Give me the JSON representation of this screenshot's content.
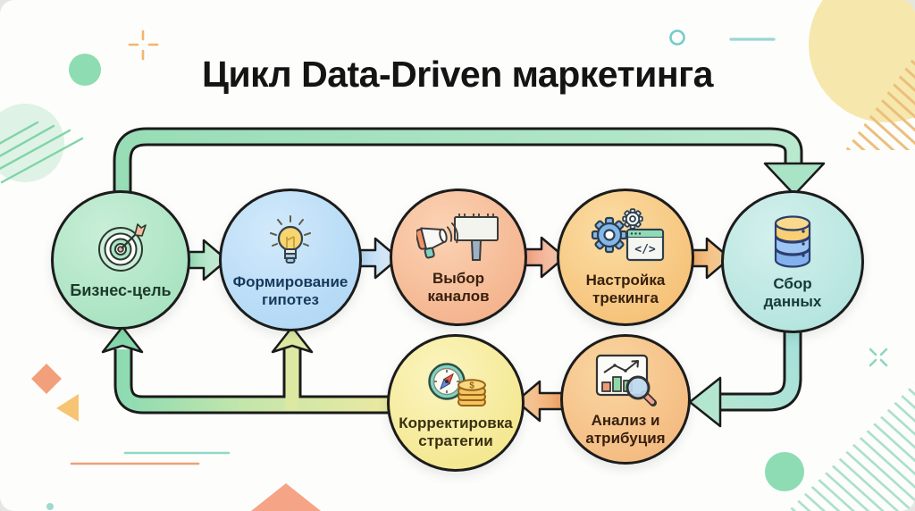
{
  "title": "Цикл Data-Driven маркетинга",
  "diagram": {
    "nodes": [
      {
        "id": "business-goal",
        "label": "Бизнес-цель",
        "icon": "target-icon",
        "fill": "#9fe0ba",
        "text_color": "#1d3a2a"
      },
      {
        "id": "hypotheses",
        "label": "Формирование гипотез",
        "icon": "lightbulb-icon",
        "fill": "#a9d4f4",
        "text_color": "#16395c"
      },
      {
        "id": "channels",
        "label": "Выбор каналов",
        "icon": "megaphone-billboard-icon",
        "fill": "#f2ab82",
        "text_color": "#38200e"
      },
      {
        "id": "tracking",
        "label": "Настройка трекинга",
        "icon": "gears-code-icon",
        "fill": "#f4ba6c",
        "text_color": "#38200e"
      },
      {
        "id": "data-collection",
        "label": "Сбор данных",
        "icon": "database-icon",
        "fill": "#ace1da",
        "text_color": "#143a38"
      },
      {
        "id": "analysis",
        "label": "Анализ и атрибуция",
        "icon": "chart-magnifier-icon",
        "fill": "#f2b377",
        "text_color": "#38200e"
      },
      {
        "id": "strategy",
        "label": "Корректировка стратегии",
        "icon": "compass-coins-icon",
        "fill": "#f2e382",
        "text_color": "#3a3010"
      }
    ],
    "flow": [
      {
        "from": "business-goal",
        "to": "hypotheses"
      },
      {
        "from": "hypotheses",
        "to": "channels"
      },
      {
        "from": "channels",
        "to": "tracking"
      },
      {
        "from": "tracking",
        "to": "data-collection"
      },
      {
        "from": "business-goal",
        "to": "data-collection",
        "via": "top-loop"
      },
      {
        "from": "data-collection",
        "to": "analysis",
        "via": "right-band"
      },
      {
        "from": "analysis",
        "to": "strategy"
      },
      {
        "from": "strategy",
        "to": "hypotheses",
        "via": "bottom-band"
      },
      {
        "from": "strategy",
        "to": "business-goal",
        "via": "bottom-band"
      }
    ]
  },
  "colors": {
    "card_background": "#fdfdfc",
    "page_background": "#e4e6e3",
    "title_color": "#141414",
    "outline": "#1c1c1c",
    "band_green": "#a7e3c0",
    "band_yellow": "#ebe89f",
    "band_cyan": "#a9e0da",
    "decor_green": "#8edcb1",
    "decor_yellow_circle": "#f6e7ac",
    "decor_orange": "#f2a07b",
    "decor_teal": "#8fd8c5"
  }
}
